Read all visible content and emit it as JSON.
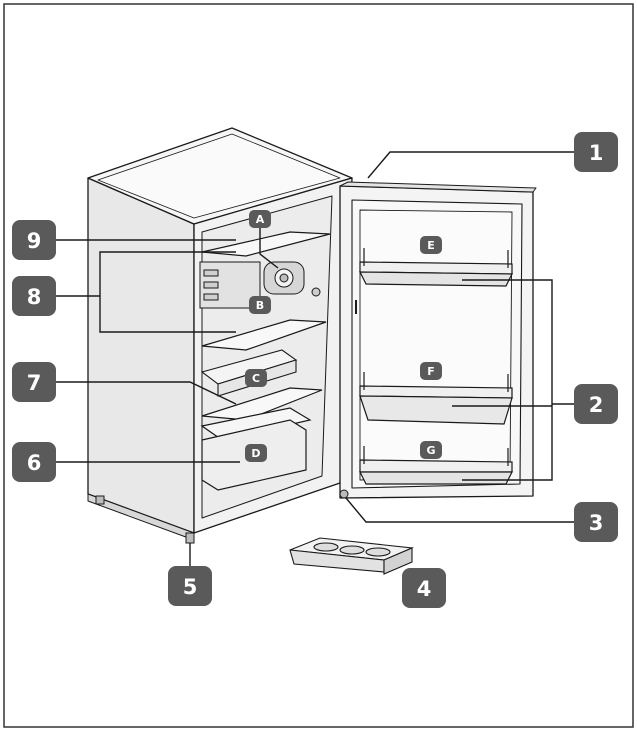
{
  "colors": {
    "badge": "#5a5a5a",
    "line": "#1a1a1a",
    "fridge_body": "#f4f4f4",
    "fridge_side": "#e6e6e6",
    "interior": "#f0f0f0",
    "border": "#333333"
  },
  "callouts": [
    {
      "id": "1",
      "label": "1"
    },
    {
      "id": "2",
      "label": "2"
    },
    {
      "id": "3",
      "label": "3"
    },
    {
      "id": "4",
      "label": "4"
    },
    {
      "id": "5",
      "label": "5"
    },
    {
      "id": "6",
      "label": "6"
    },
    {
      "id": "7",
      "label": "7"
    },
    {
      "id": "8",
      "label": "8"
    },
    {
      "id": "9",
      "label": "9"
    }
  ],
  "letter_markers": [
    {
      "id": "A",
      "label": "A"
    },
    {
      "id": "B",
      "label": "B"
    },
    {
      "id": "C",
      "label": "C"
    },
    {
      "id": "D",
      "label": "D"
    },
    {
      "id": "E",
      "label": "E"
    },
    {
      "id": "F",
      "label": "F"
    },
    {
      "id": "G",
      "label": "G"
    }
  ]
}
